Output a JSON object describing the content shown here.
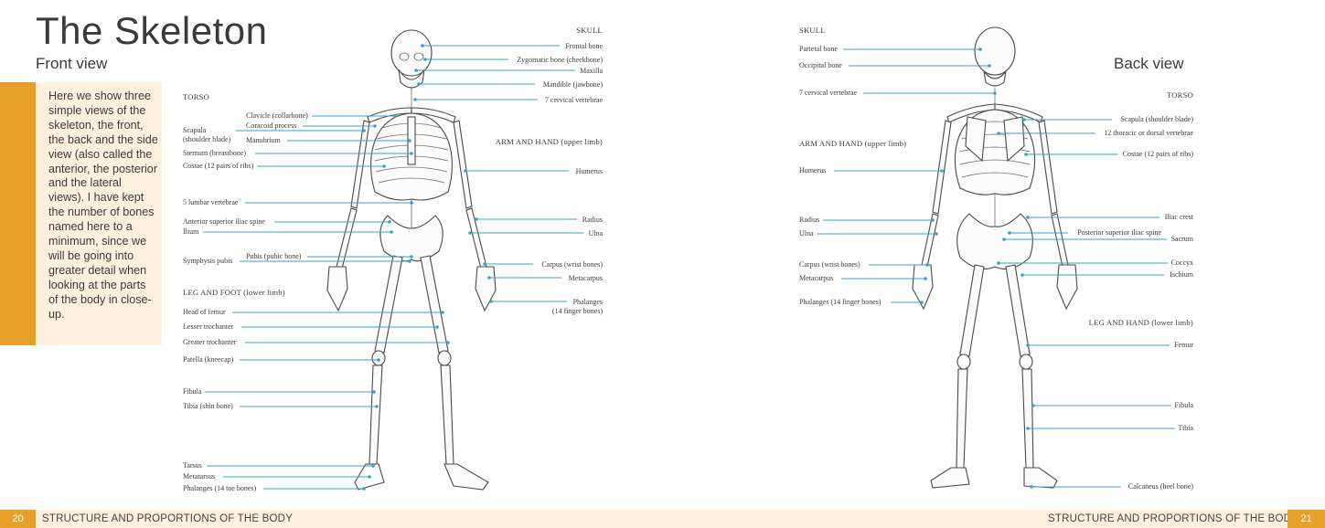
{
  "page": {
    "title": "The Skeleton",
    "front_subtitle": "Front view",
    "back_subtitle": "Back view",
    "intro": "Here we show three simple views of the skeleton, the front, the back and the side view (also called the anterior, the posterior and the lateral views). I have kept the number of bones named here to a minimum, since we will be going into greater detail when looking at the parts of the body in close-up."
  },
  "footer": {
    "left_page_number": "20",
    "left_running_head": "STRUCTURE AND PROPORTIONS OF THE BODY",
    "right_running_head": "STRUCTURE AND PROPORTIONS OF THE BODY",
    "right_page_number": "21"
  },
  "front_view": {
    "sections": {
      "skull": "SKULL",
      "torso": "TORSO",
      "arm": "ARM AND HAND (upper limb)",
      "leg": "LEG AND FOOT (lower limb)"
    },
    "labels": {
      "frontal_bone": "Frontal bone",
      "zygomatic": "Zygomatic bone (cheekbone)",
      "maxilla": "Maxilla",
      "mandible": "Mandible (jawbone)",
      "cervical": "7 cervical vertebrae",
      "clavicle": "Clavicle (collarbone)",
      "coracoid": "Coracoid process",
      "scapula_1": "Scapula",
      "scapula_2": "(shoulder blade)",
      "manubrium": "Manubrium",
      "sternum": "Sternum (breastbone)",
      "costae": "Costae (12 pairs of ribs)",
      "humerus": "Humerus",
      "lumbar": "5 lumbar vertebrae",
      "asis": "Anterior superior iliac spine",
      "ilium": "Ilium",
      "radius": "Radius",
      "ulna": "Ulna",
      "pubis": "Pubis (pubic bone)",
      "symphysis": "Symphysis pubis",
      "carpus": "Carpus (wrist bones)",
      "metacarpus": "Metacarpus",
      "phalanges_hand_1": "Phalanges",
      "phalanges_hand_2": "(14 finger bones)",
      "head_femur": "Head of femur",
      "lesser_troch": "Lesser trochanter",
      "greater_troch": "Greater trochanter",
      "patella": "Patella (kneecap)",
      "fibula": "Fibula",
      "tibia": "Tibia (shin bone)",
      "tarsus": "Tarsus",
      "metatarsus": "Metatarsus",
      "phalanges_toe": "Phalanges (14 toe bones)"
    }
  },
  "back_view": {
    "sections": {
      "skull": "SKULL",
      "torso": "TORSO",
      "arm": "ARM AND HAND (upper limb)",
      "leg": "LEG AND HAND (lower limb)"
    },
    "labels": {
      "parietal": "Parietal bone",
      "occipital": "Occipital bone",
      "cervical": "7 cervical vertebrae",
      "scapula": "Scapula (shoulder blade)",
      "thoracic": "12 thoracic or dorsal vertebrae",
      "costae": "Costae (12 pairs of ribs)",
      "humerus": "Humerus",
      "iliac_crest": "Iliac crest",
      "radius": "Radius",
      "psis": "Posterior superior iliac spine",
      "ulna": "Ulna",
      "sacrum": "Sacrum",
      "carpus": "Carpus (wrist bones)",
      "coccyx": "Coccyx",
      "metacarpus": "Metacarpus",
      "ischium": "Ischium",
      "phalanges_finger": "Phalanges (14 finger bones)",
      "femur": "Femur",
      "fibula": "Fibula",
      "tibia": "Tibia",
      "calcaneus": "Calcaneus (heel bone)"
    }
  }
}
